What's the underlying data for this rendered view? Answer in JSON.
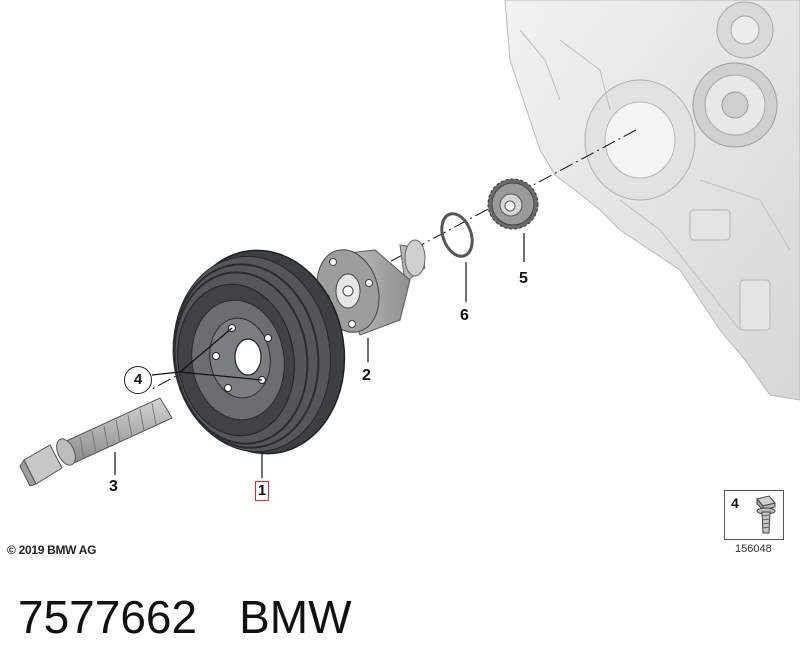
{
  "callouts": {
    "c1": "1",
    "c2": "2",
    "c3": "3",
    "c4": "4",
    "c5": "5",
    "c6": "6"
  },
  "copyright": "© 2019 BMW AG",
  "inset": {
    "number": "4",
    "drawing_id": "156048"
  },
  "caption": {
    "part_number": "7577662",
    "brand": "BMW"
  },
  "colors": {
    "highlight": "#e0262b",
    "engine_block": "#e9e9e9",
    "pulley": "#4a4d52"
  }
}
